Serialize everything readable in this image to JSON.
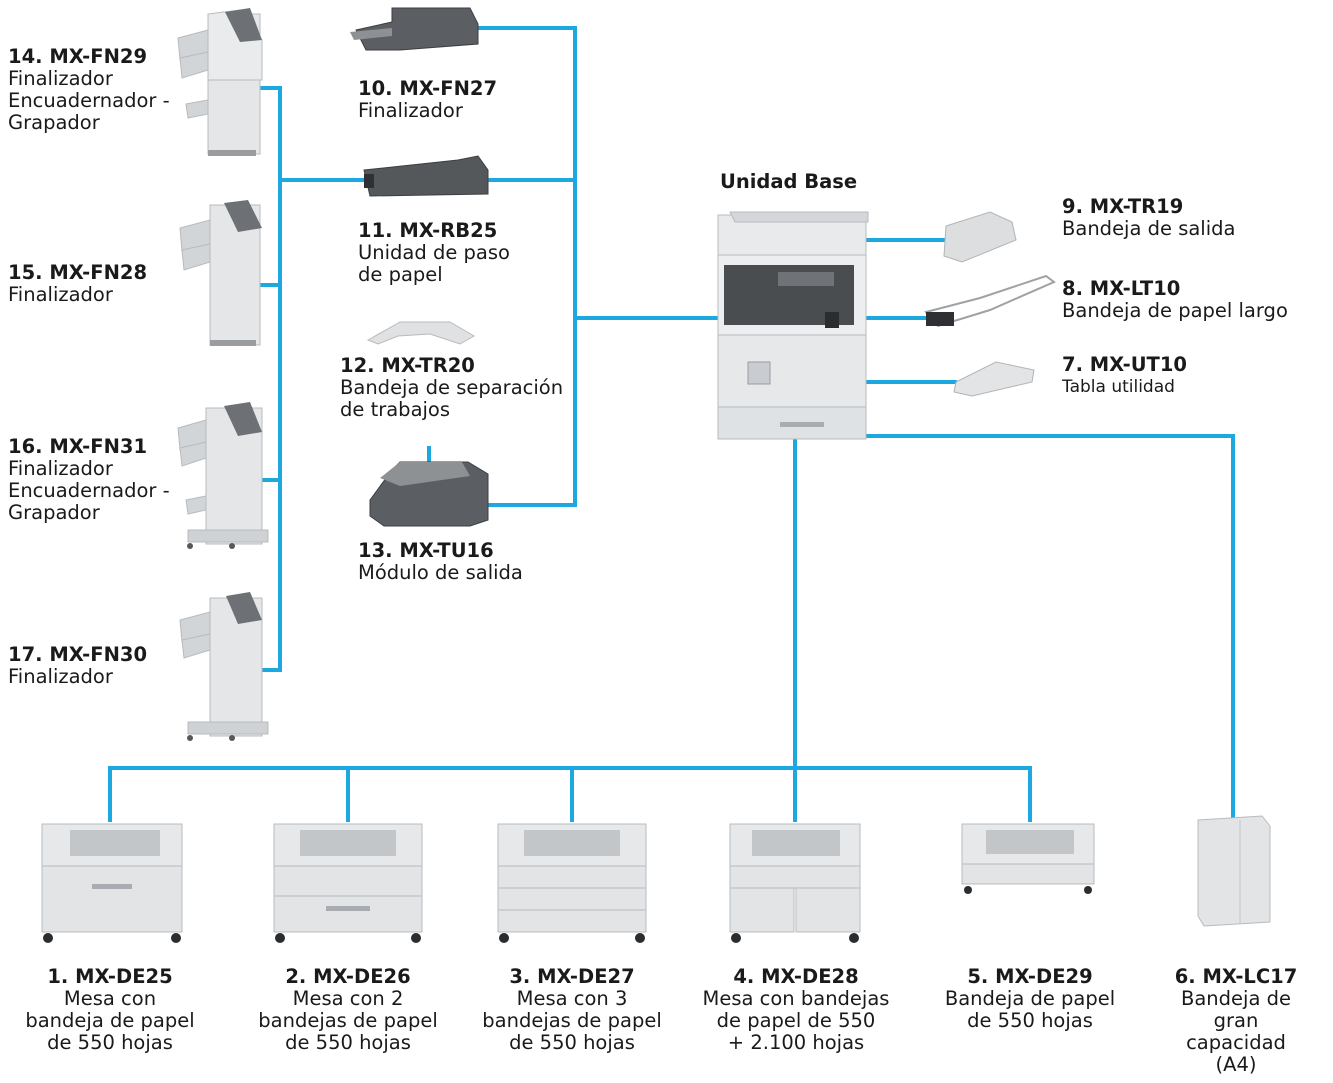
{
  "base_unit": {
    "title": "Unidad Base"
  },
  "options": {
    "fn29": {
      "code": "14. MX-FN29",
      "desc": "Finalizador\nEncuadernador -\nGrapador"
    },
    "fn28": {
      "code": "15. MX-FN28",
      "desc": "Finalizador"
    },
    "fn31": {
      "code": "16. MX-FN31",
      "desc": "Finalizador\nEncuadernador -\nGrapador"
    },
    "fn30": {
      "code": "17. MX-FN30",
      "desc": "Finalizador"
    },
    "fn27": {
      "code": "10. MX-FN27",
      "desc": "Finalizador"
    },
    "rb25": {
      "code": "11. MX-RB25",
      "desc": "Unidad de paso\nde papel"
    },
    "tr20": {
      "code": "12. MX-TR20",
      "desc": "Bandeja de separación\nde trabajos"
    },
    "tu16": {
      "code": "13. MX-TU16",
      "desc": "Módulo de salida"
    },
    "tr19": {
      "code": "9. MX-TR19",
      "desc": "Bandeja de salida"
    },
    "lt10": {
      "code": "8. MX-LT10",
      "desc": "Bandeja de papel largo"
    },
    "ut10": {
      "code": "7. MX-UT10",
      "desc": "Tabla utilidad"
    },
    "de25": {
      "code": "1. MX-DE25",
      "desc": "Mesa con\nbandeja de papel\nde 550 hojas"
    },
    "de26": {
      "code": "2. MX-DE26",
      "desc": "Mesa con 2\nbandejas de papel\nde 550 hojas"
    },
    "de27": {
      "code": "3. MX-DE27",
      "desc": "Mesa con 3\nbandejas de papel\nde 550 hojas"
    },
    "de28": {
      "code": "4. MX-DE28",
      "desc": "Mesa con bandejas\nde papel de 550\n+ 2.100 hojas"
    },
    "de29": {
      "code": "5. MX-DE29",
      "desc": "Bandeja de papel\nde 550 hojas"
    },
    "lc17": {
      "code": "6. MX-LC17",
      "desc": "Bandeja de gran\ncapacidad (A4)"
    }
  },
  "colors": {
    "connector": "#1ea8e0",
    "device_light": "#e4e6e8",
    "device_mid": "#c8cbce",
    "device_dark": "#55585b"
  }
}
